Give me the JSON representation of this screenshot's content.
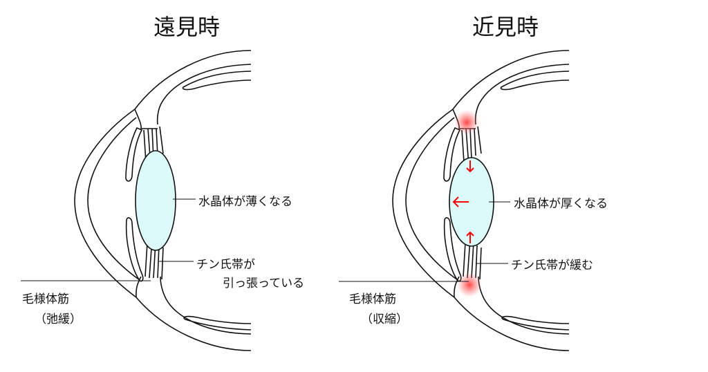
{
  "far": {
    "title": "遠見時",
    "lens_label": "水晶体が薄くなる",
    "zonule_label_1": "チン氏帯が",
    "zonule_label_2": "引っ張っている",
    "ciliary_label": "毛様体筋",
    "ciliary_state": "（弛緩）"
  },
  "near": {
    "title": "近見時",
    "lens_label": "水晶体が厚くなる",
    "zonule_label": "チン氏帯が緩む",
    "ciliary_label": "毛様体筋",
    "ciliary_state": "（収縮）"
  },
  "colors": {
    "lens": "#dcfafa",
    "highlight": "#ff3030",
    "arrow": "#ff0000",
    "line": "#111111"
  }
}
